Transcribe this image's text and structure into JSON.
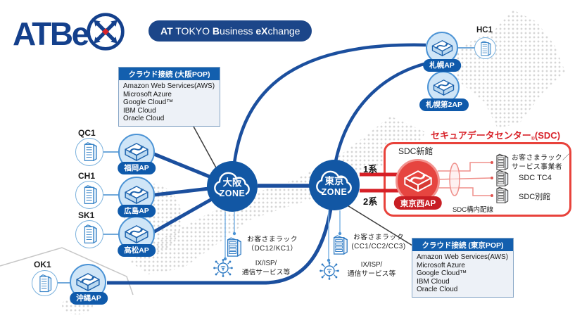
{
  "logo": {
    "text": "ATBe",
    "icon": "x-circle-arrows-icon"
  },
  "badge": {
    "parts": [
      {
        "t": "AT",
        "bold": true
      },
      {
        "t": " TOKYO ",
        "bold": false
      },
      {
        "t": "B",
        "bold": true
      },
      {
        "t": "usiness ",
        "bold": false
      },
      {
        "t": "eX",
        "bold": true
      },
      {
        "t": "change",
        "bold": false
      }
    ]
  },
  "cloud_boxes": {
    "osaka": {
      "title": "クラウド接続 (大阪POP)",
      "services": [
        "Amazon Web Services(AWS)",
        "Microsoft Azure",
        "Google Cloud™",
        "IBM Cloud",
        "Oracle Cloud"
      ]
    },
    "tokyo": {
      "title": "クラウド接続 (東京POP)",
      "services": [
        "Amazon Web Services(AWS)",
        "Microsoft Azure",
        "Google Cloud™",
        "IBM Cloud",
        "Oracle Cloud"
      ]
    }
  },
  "zones": {
    "osaka": {
      "name": "大阪",
      "suffix": "ZONE"
    },
    "tokyo": {
      "name": "東京",
      "suffix": "ZONE"
    }
  },
  "access_points": {
    "fukuoka": "福岡AP",
    "hiroshima": "広島AP",
    "takamatsu": "高松AP",
    "okinawa": "沖縄AP",
    "sapporo": "札幌AP",
    "sapporo2": "札幌第2AP",
    "tokyo_west": "東京西AP"
  },
  "buildings": {
    "qc1": "QC1",
    "ch1": "CH1",
    "sk1": "SK1",
    "ok1": "OK1",
    "hc1": "HC1"
  },
  "sdc": {
    "title": "セキュアデータセンター",
    "reg_mark": "®",
    "title_suffix": "(SDC)",
    "building": "SDC新館",
    "wiring": "SDC構内配線",
    "rack_customer": "お客さまラック／\nサービス事業者",
    "rack_tc4": "SDC TC4",
    "rack_annex": "SDC別館"
  },
  "routes": {
    "line1": "1系",
    "line2": "2系"
  },
  "customer_racks": {
    "osaka": "お客さまラック\n（DC12/KC1）",
    "tokyo": "お客さまラック\n(CC1/CC2/CC3)"
  },
  "ix_labels": {
    "osaka": "IX/ISP/\n通信サービス等",
    "tokyo": "IX/ISP/\n通信サービス等"
  },
  "colors": {
    "navy": "#14408c",
    "line_blue": "#1b4f9e",
    "zone_fill": "#1257a4",
    "ap_fill": "#cfe5f7",
    "ap_border": "#4b93d5",
    "label_pill": "#0f5aab",
    "red": "#e0342c",
    "red_dark": "#c81e24",
    "map_dot": "#d6d6d6"
  }
}
